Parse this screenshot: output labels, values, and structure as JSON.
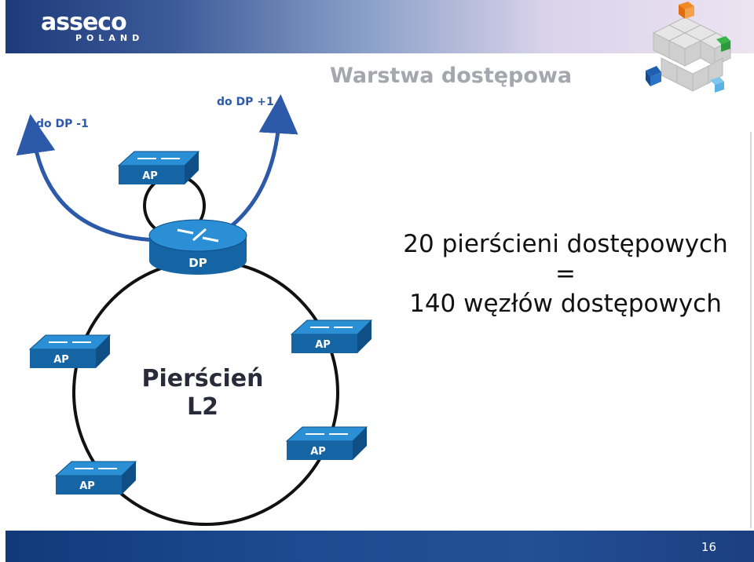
{
  "header": {
    "logo_word": "asseco",
    "logo_sub": "POLAND",
    "brand_color": "#1e3a7a"
  },
  "slide": {
    "title": "Warstwa dostępowa",
    "lines": [
      "20 pierścieni dostępowych",
      "=",
      "140 węzłów dostępowych"
    ],
    "ring_label_line1": "Pierścień",
    "ring_label_line2": "L2",
    "page_number": "16"
  },
  "diagram": {
    "arrow_left_label": "do DP -1",
    "arrow_right_label": "do DP +1",
    "router_label": "DP",
    "switch_label": "AP",
    "link_color": "#2d5aa8",
    "device_color": "#1b78b8"
  }
}
